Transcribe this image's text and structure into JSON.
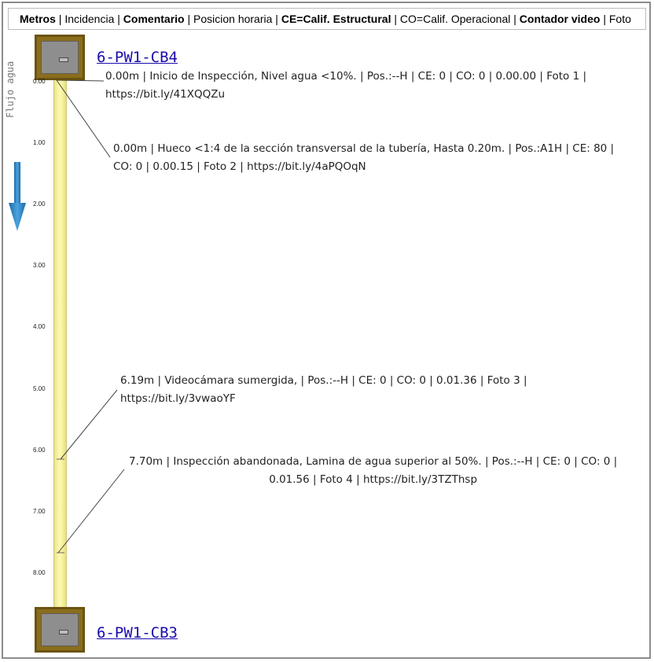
{
  "header": {
    "metros": "Metros",
    "incidencia": "Incidencia",
    "comentario": "Comentario",
    "posicion": "Posicion horaria",
    "ce": "CE=Calif. Estructural",
    "co": "CO=Calif. Operacional",
    "contador": "Contador video",
    "foto": "Foto",
    "sep": "|"
  },
  "flow": {
    "label": "Flujo agua",
    "icon": "down-arrow-icon",
    "color": "#2e86c1"
  },
  "nodes": {
    "start": "6-PW1-CB4",
    "end": "6-PW1-CB3"
  },
  "pipe": {
    "color": "#fbf8b0",
    "length_m": 8.6
  },
  "axis_ticks": [
    "0.00",
    "1.00",
    "2.00",
    "3.00",
    "4.00",
    "5.00",
    "6.00",
    "7.00",
    "8.00"
  ],
  "events": [
    {
      "meters": 0.0,
      "line1": "0.00m | Inicio de Inspección, Nivel agua <10%. | Pos.:--H | CE: 0 | CO: 0 | 0.00.00 | Foto 1 |",
      "line2": "https://bit.ly/41XQQZu"
    },
    {
      "meters": 0.0,
      "line1": "0.00m | Hueco <1:4 de la sección transversal de la tubería, Hasta 0.20m. | Pos.:A1H | CE: 80 |",
      "line2": "CO: 0 | 0.00.15 | Foto 2 | https://bit.ly/4aPQOqN"
    },
    {
      "meters": 6.19,
      "line1": "6.19m | Videocámara sumergida, | Pos.:--H | CE: 0 | CO: 0 | 0.01.36 | Foto 3 |",
      "line2": "https://bit.ly/3vwaoYF"
    },
    {
      "meters": 7.7,
      "line1": "7.70m | Inspección abandonada, Lamina de agua superior al 50%. | Pos.:--H | CE: 0 | CO: 0 |",
      "line2": "0.01.56 | Foto 4 | https://bit.ly/3TZThsp"
    }
  ]
}
